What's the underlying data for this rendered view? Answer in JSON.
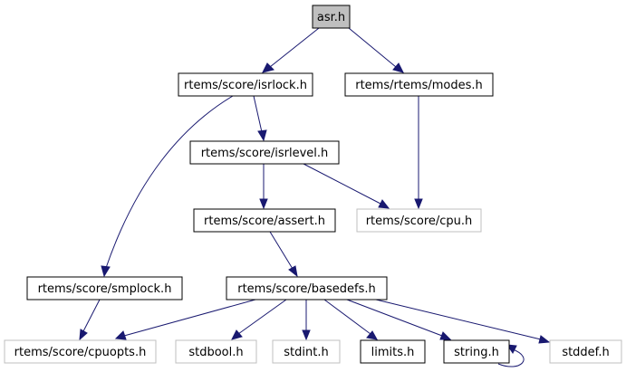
{
  "diagram": {
    "nodes": {
      "asr_h": "asr.h",
      "isrlock_h": "rtems/score/isrlock.h",
      "modes_h": "rtems/rtems/modes.h",
      "isrlevel_h": "rtems/score/isrlevel.h",
      "assert_h": "rtems/score/assert.h",
      "cpu_h": "rtems/score/cpu.h",
      "smplock_h": "rtems/score/smplock.h",
      "basedefs_h": "rtems/score/basedefs.h",
      "cpuopts_h": "rtems/score/cpuopts.h",
      "stdbool_h": "stdbool.h",
      "stdint_h": "stdint.h",
      "limits_h": "limits.h",
      "string_h": "string.h",
      "stddef_h": "stddef.h"
    },
    "colors": {
      "edge": "#191970",
      "root_fill": "#bfbfbf",
      "external_border": "#bfbfbf",
      "box_border": "#000000"
    }
  }
}
